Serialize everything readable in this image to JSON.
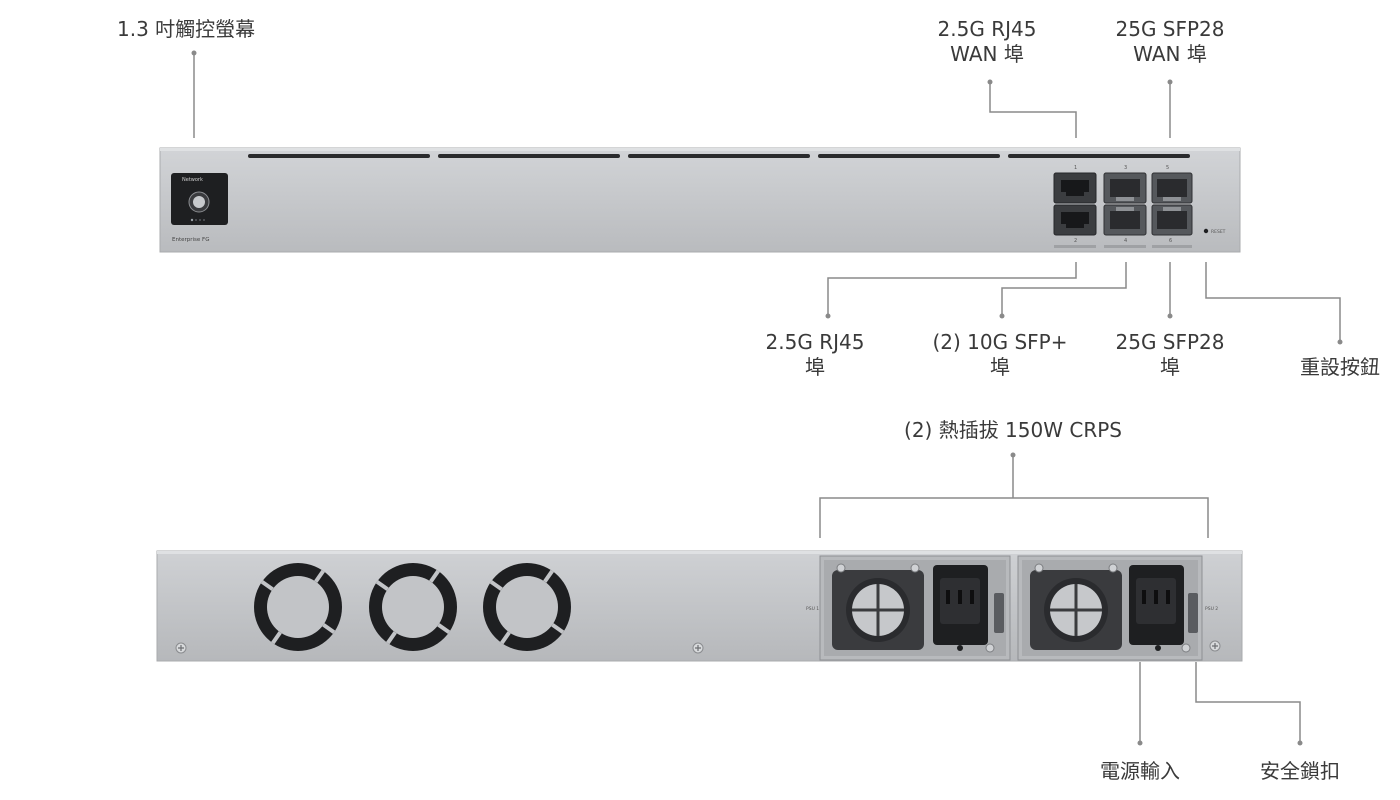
{
  "front": {
    "brand_label": "Enterprise FG",
    "screen_title": "Network",
    "port_numbers": [
      "1",
      "2",
      "3",
      "4",
      "5",
      "6"
    ],
    "reset_label": "RESET"
  },
  "rear": {
    "psu_labels": [
      "PSU 1",
      "PSU 2"
    ]
  },
  "callouts": {
    "touchscreen": "1.3 吋觸控螢幕",
    "rj45_wan": {
      "line1": "2.5G RJ45",
      "line2": "WAN 埠"
    },
    "sfp28_wan": {
      "line1": "25G SFP28",
      "line2": "WAN 埠"
    },
    "rj45_lan": {
      "line1": "2.5G RJ45",
      "line2": "埠"
    },
    "sfp_plus": {
      "line1": "(2) 10G SFP+",
      "line2": "埠"
    },
    "sfp28_lan": {
      "line1": "25G SFP28",
      "line2": "埠"
    },
    "reset_button": "重設按鈕",
    "crps": "(2) 熱插拔 150W CRPS",
    "power_input": "電源輸入",
    "safety_lock": "安全鎖扣"
  },
  "colors": {
    "chassis": "#c4c6c9",
    "chassis_edge": "#a9abae",
    "leader": "#8a8a8a",
    "label_text": "#3a3a3a",
    "dark": "#1e1f21"
  }
}
